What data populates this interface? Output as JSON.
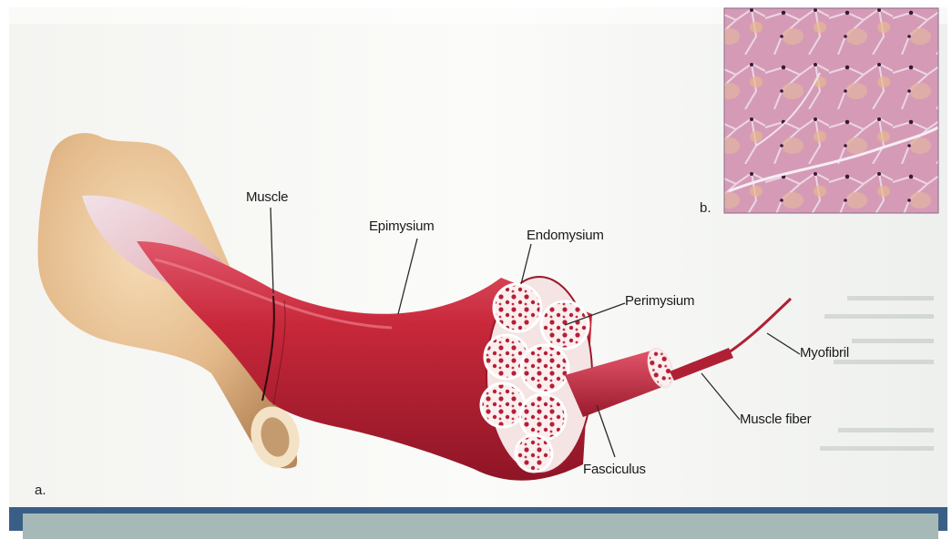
{
  "figure": {
    "panel_a_letter": "a.",
    "panel_b_letter": "b.",
    "labels": {
      "muscle": "Muscle",
      "epimysium": "Epimysium",
      "endomysium": "Endomysium",
      "perimysium": "Perimysium",
      "myofibril": "Myofibril",
      "muscle_fiber": "Muscle fiber",
      "fasciculus": "Fasciculus"
    }
  },
  "colors": {
    "muscle_red": "#c8283a",
    "muscle_dark": "#8e1526",
    "bone": "#e3b98a",
    "histology_pink": "#d79ab7",
    "blue_band": "#3a5f86",
    "footer_panel": "#a6b9b6"
  }
}
